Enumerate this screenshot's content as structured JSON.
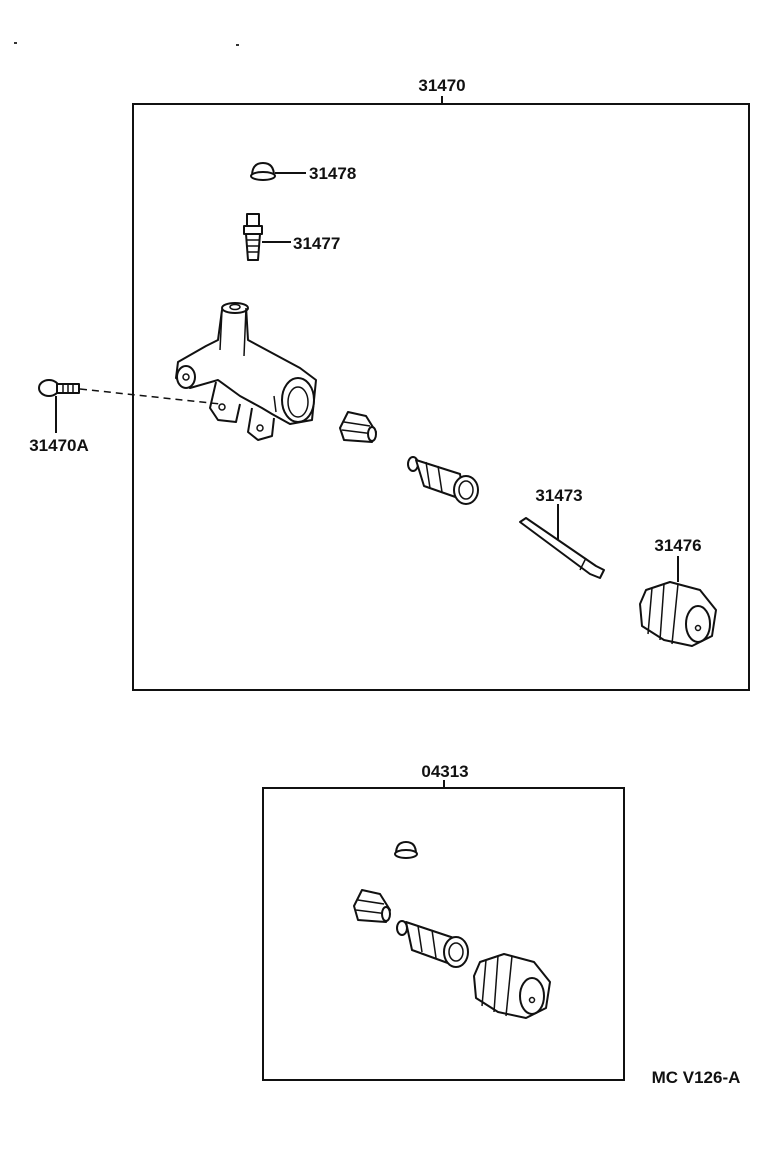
{
  "diagram": {
    "code": "MC V126-A",
    "assemblies": [
      {
        "id": "31470",
        "label": "31470"
      },
      {
        "id": "04313",
        "label": "04313"
      }
    ],
    "parts": {
      "p31478": "31478",
      "p31477": "31477",
      "p31470A": "31470A",
      "p31473": "31473",
      "p31476": "31476"
    }
  }
}
